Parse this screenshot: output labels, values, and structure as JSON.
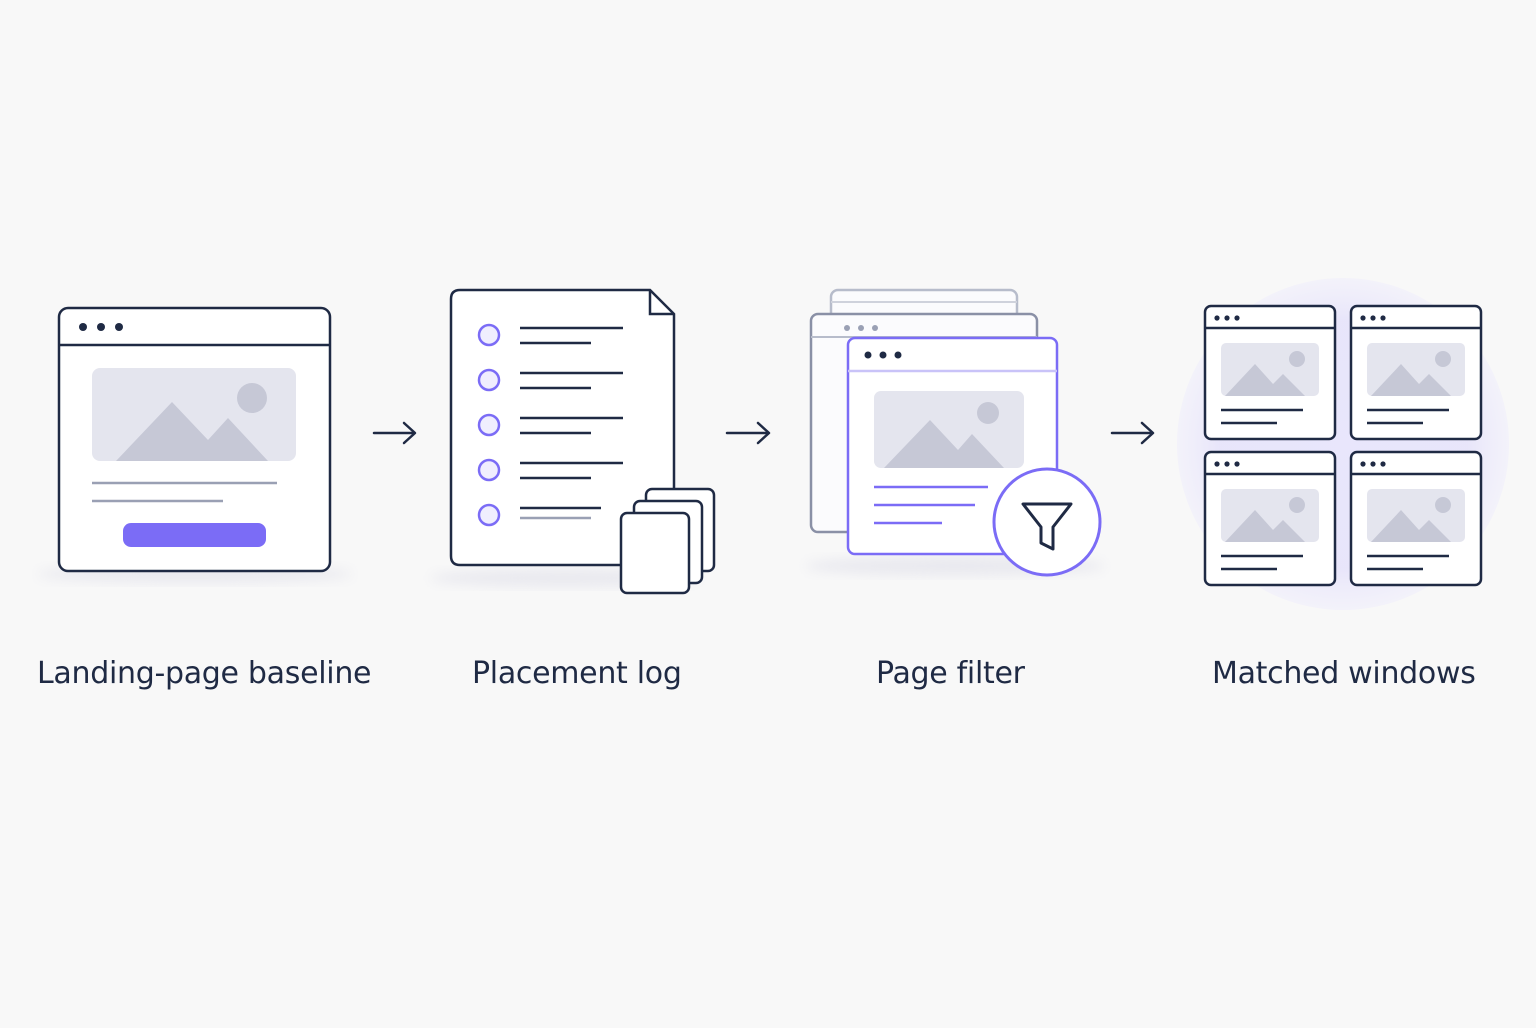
{
  "colors": {
    "background": "#f8f8f8",
    "stroke": "#1f2a44",
    "accent": "#7b6cf6",
    "placeholder_fill": "#e4e5ee",
    "mountain": "#c6c8d6",
    "glow": "#e5e2fb"
  },
  "steps": [
    {
      "label": "Landing-page baseline",
      "icon": "browser-window-icon"
    },
    {
      "label": "Placement log",
      "icon": "document-list-icon"
    },
    {
      "label": "Page filter",
      "icon": "filter-funnel-icon"
    },
    {
      "label": "Matched windows",
      "icon": "window-grid-icon"
    }
  ],
  "connectors": [
    "arrow-right-icon",
    "arrow-right-icon",
    "arrow-right-icon"
  ]
}
